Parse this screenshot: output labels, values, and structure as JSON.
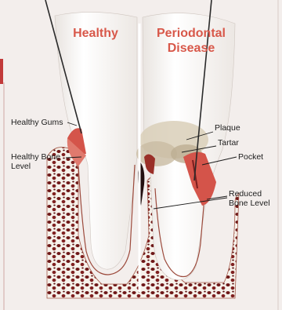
{
  "titles": {
    "healthy": "Healthy",
    "disease": "Periodontal\nDisease"
  },
  "labels": {
    "healthy_gums": "Healthy Gums",
    "healthy_bone": "Healthy Bone\nLevel",
    "plaque": "Plaque",
    "tartar": "Tartar",
    "pocket": "Pocket",
    "reduced_bone": "Reduced\nBone Level"
  },
  "colors": {
    "title": "#d8584a",
    "gum": "#d4544a",
    "bone_marrow": "#7a1e1e",
    "enamel": "#ffffff",
    "plaque": "#d9cfb8"
  }
}
